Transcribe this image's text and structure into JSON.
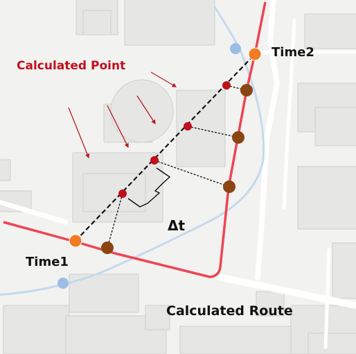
{
  "labels": {
    "calculated_point": "Calculated Point",
    "time1": "Time1",
    "time2": "Time2",
    "delta_t": "Δt",
    "calculated_route": "Calculated Route"
  },
  "colors": {
    "map_background": "#f2f2f0",
    "building_fill": "#e6e6e4",
    "building_stroke": "#cfcfcd",
    "road_fill": "#ffffff",
    "route_line": "#ee4455",
    "light_blue_path": "#c5d9ee",
    "light_blue_point": "#9cbde5",
    "endpoint_orange": "#f07b22",
    "route_point_brown": "#8b4513",
    "calculated_point_red": "#c0101b",
    "calculated_point_label": "#c0101b",
    "arrow_color": "#b51c24",
    "dashed_line": "#111111"
  },
  "icons": {
    "endpoints": "orange-circle",
    "route_points": "brown-circle",
    "calculated_points": "red-dot",
    "legacy_points": "light-blue-circle",
    "wind_arrows": "red-arrow"
  }
}
